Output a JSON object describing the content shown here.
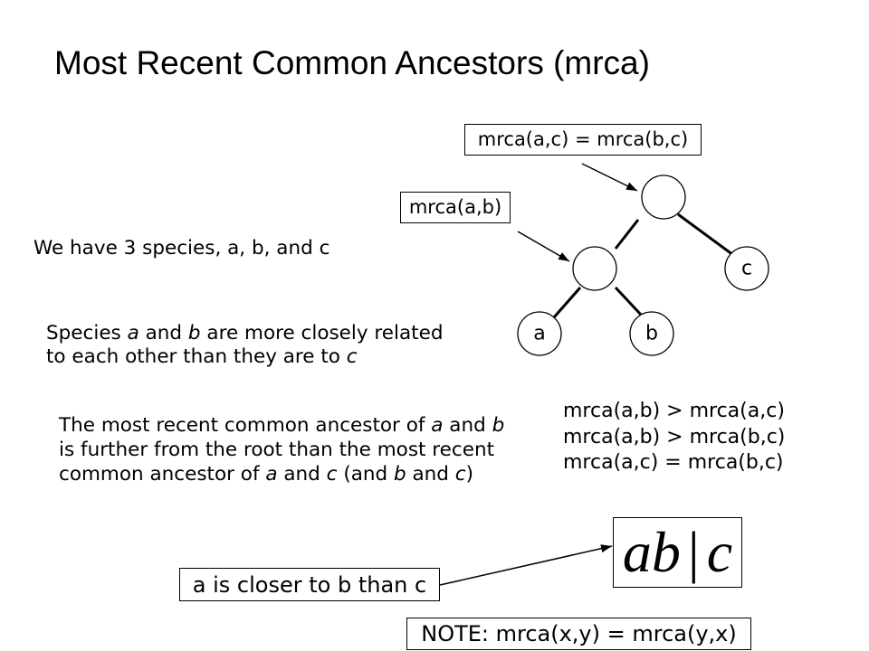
{
  "title": "Most Recent Common Ancestors (mrca)",
  "callouts": {
    "root_mrca": "mrca(a,c) = mrca(b,c)",
    "ab_mrca": "mrca(a,b)"
  },
  "tree": {
    "leaf_labels": {
      "a": "a",
      "b": "b",
      "c": "c"
    }
  },
  "intro": "We have 3 species, a, b, and c",
  "species_note": {
    "line1": [
      "Species ",
      "a",
      " and ",
      "b",
      " are more closely related"
    ],
    "line2": [
      "to each other than they are to ",
      "c"
    ]
  },
  "ancestor_note": {
    "line1": [
      "The most recent common ancestor of ",
      "a",
      " and ",
      "b"
    ],
    "line2": "is further from the root than the most recent",
    "line3": [
      "common ancestor of ",
      "a",
      " and ",
      "c",
      " (and ",
      "b",
      " and ",
      "c",
      ")"
    ]
  },
  "relations": [
    "mrca(a,b) > mrca(a,c)",
    "mrca(a,b) > mrca(b,c)",
    "mrca(a,c) = mrca(b,c)"
  ],
  "notation": {
    "left": "ab",
    "separator": "|",
    "right": "c"
  },
  "closer_note": "a is closer to b than c",
  "footnote": "NOTE: mrca(x,y) = mrca(y,x)"
}
